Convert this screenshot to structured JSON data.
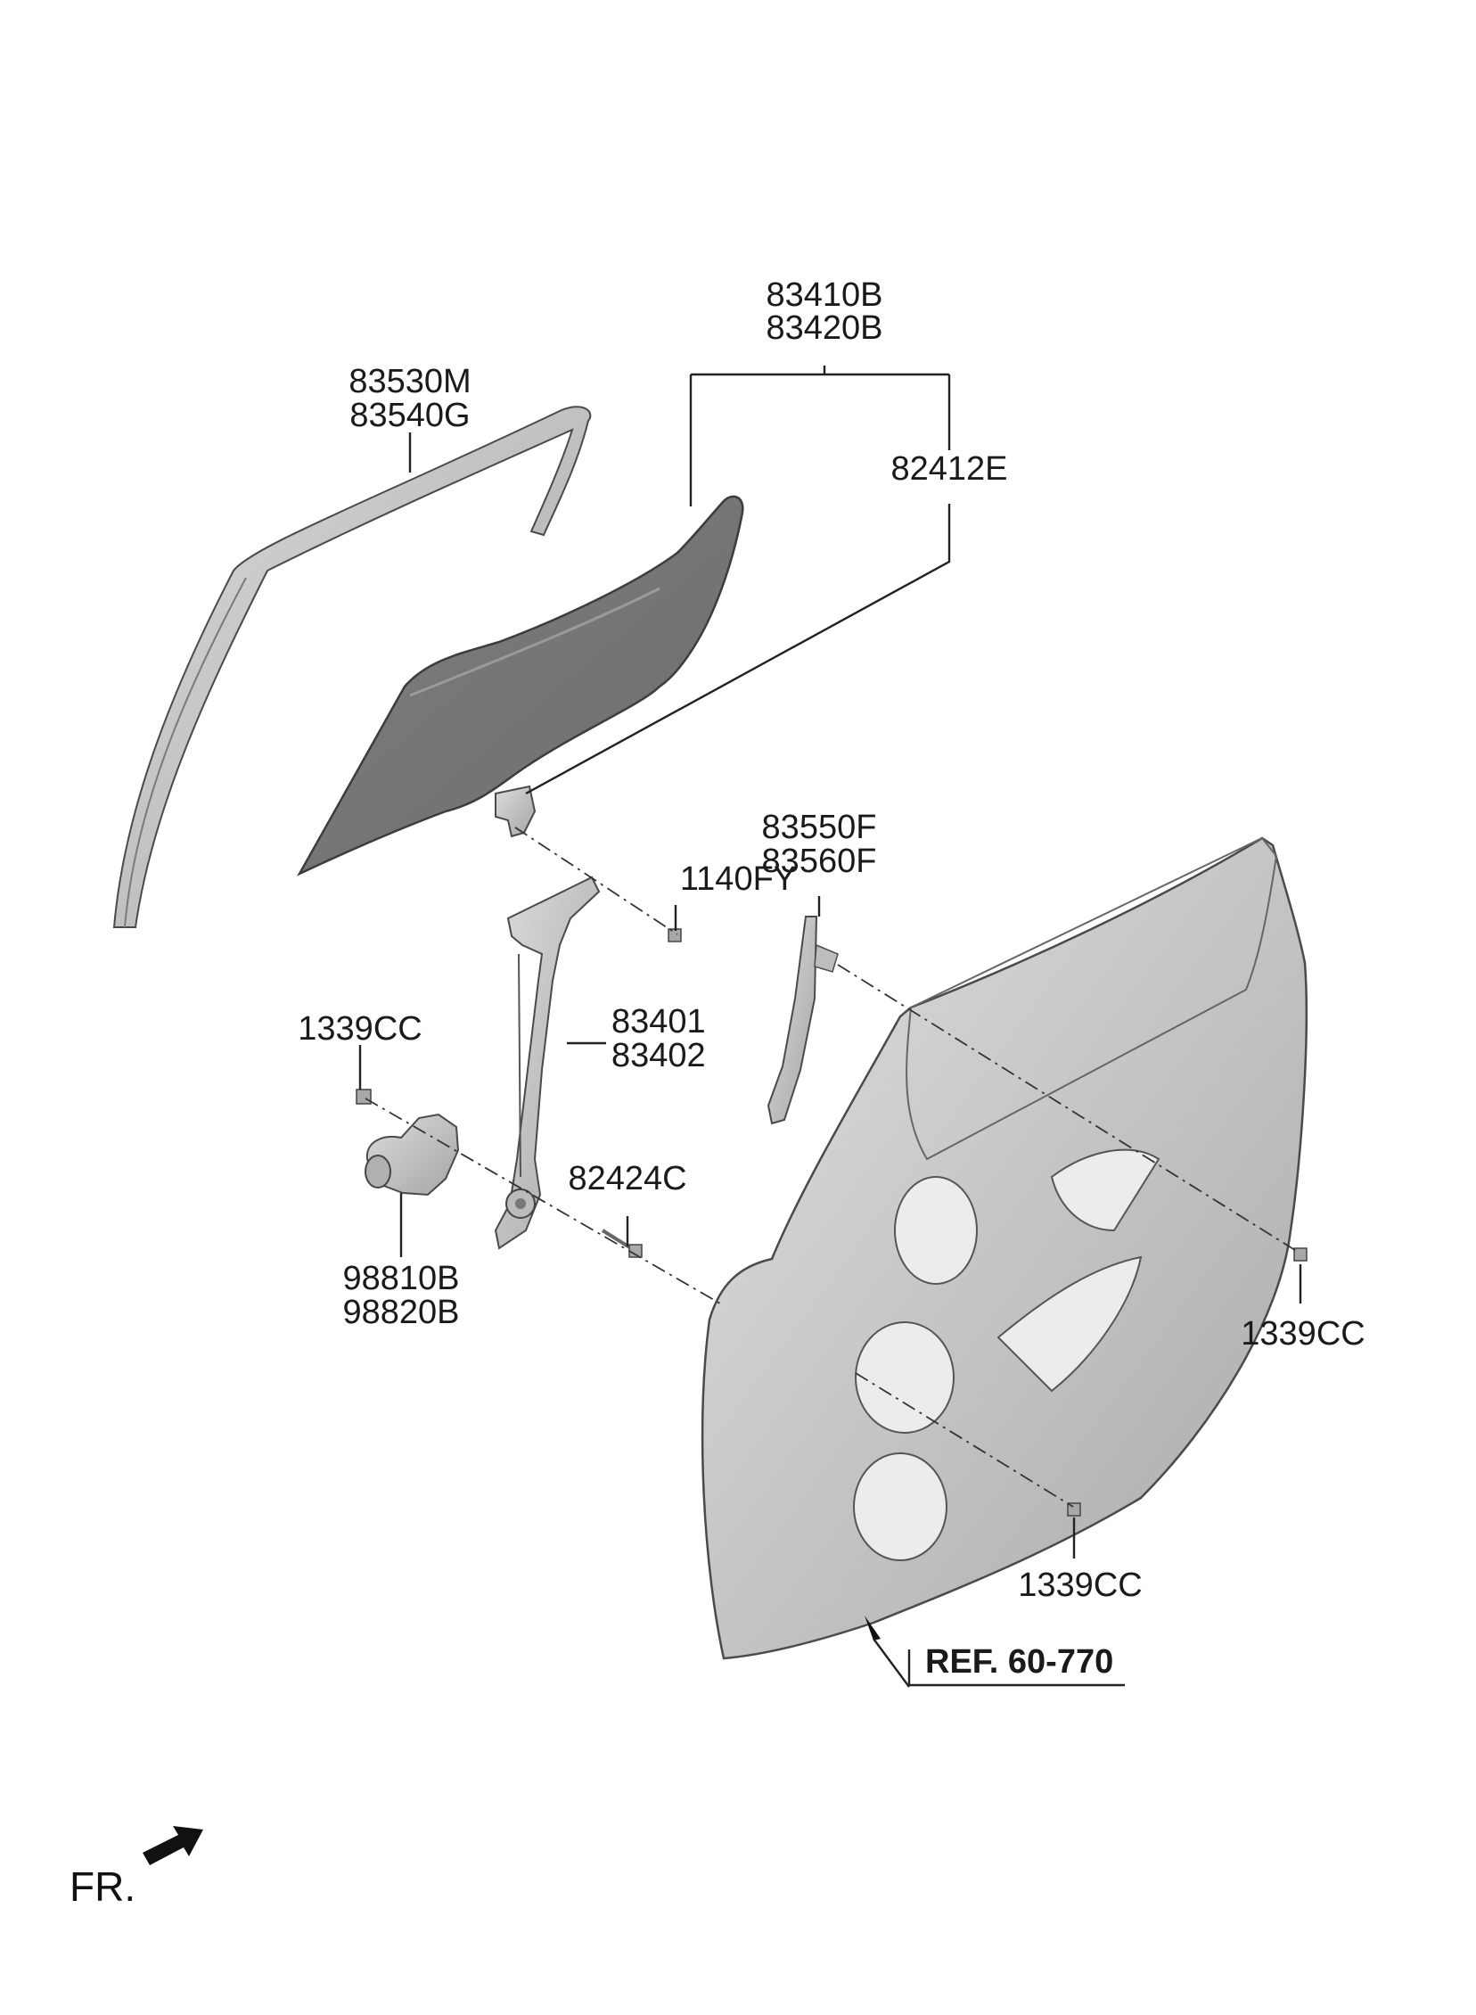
{
  "labels": {
    "glass_top": "83410B",
    "glass_bottom": "83420B",
    "run_top": "83530M",
    "run_bottom": "83540G",
    "channel": "82412E",
    "bolt_regulator": "1140FY",
    "chan_top": "83550F",
    "chan_bottom": "83560F",
    "bolt_left": "1339CC",
    "reg_top": "83401",
    "reg_bottom": "83402",
    "cable_clip": "82424C",
    "motor_top": "98810B",
    "motor_bottom": "98820B",
    "bolt_right": "1339CC",
    "bolt_lower": "1339CC",
    "reference": "REF. 60-770",
    "front": "FR."
  },
  "colors": {
    "glass": "#8a8a8a",
    "part": "#c9c9c9",
    "shadow": "#9e9e9e",
    "outline": "#4a4a4a"
  }
}
